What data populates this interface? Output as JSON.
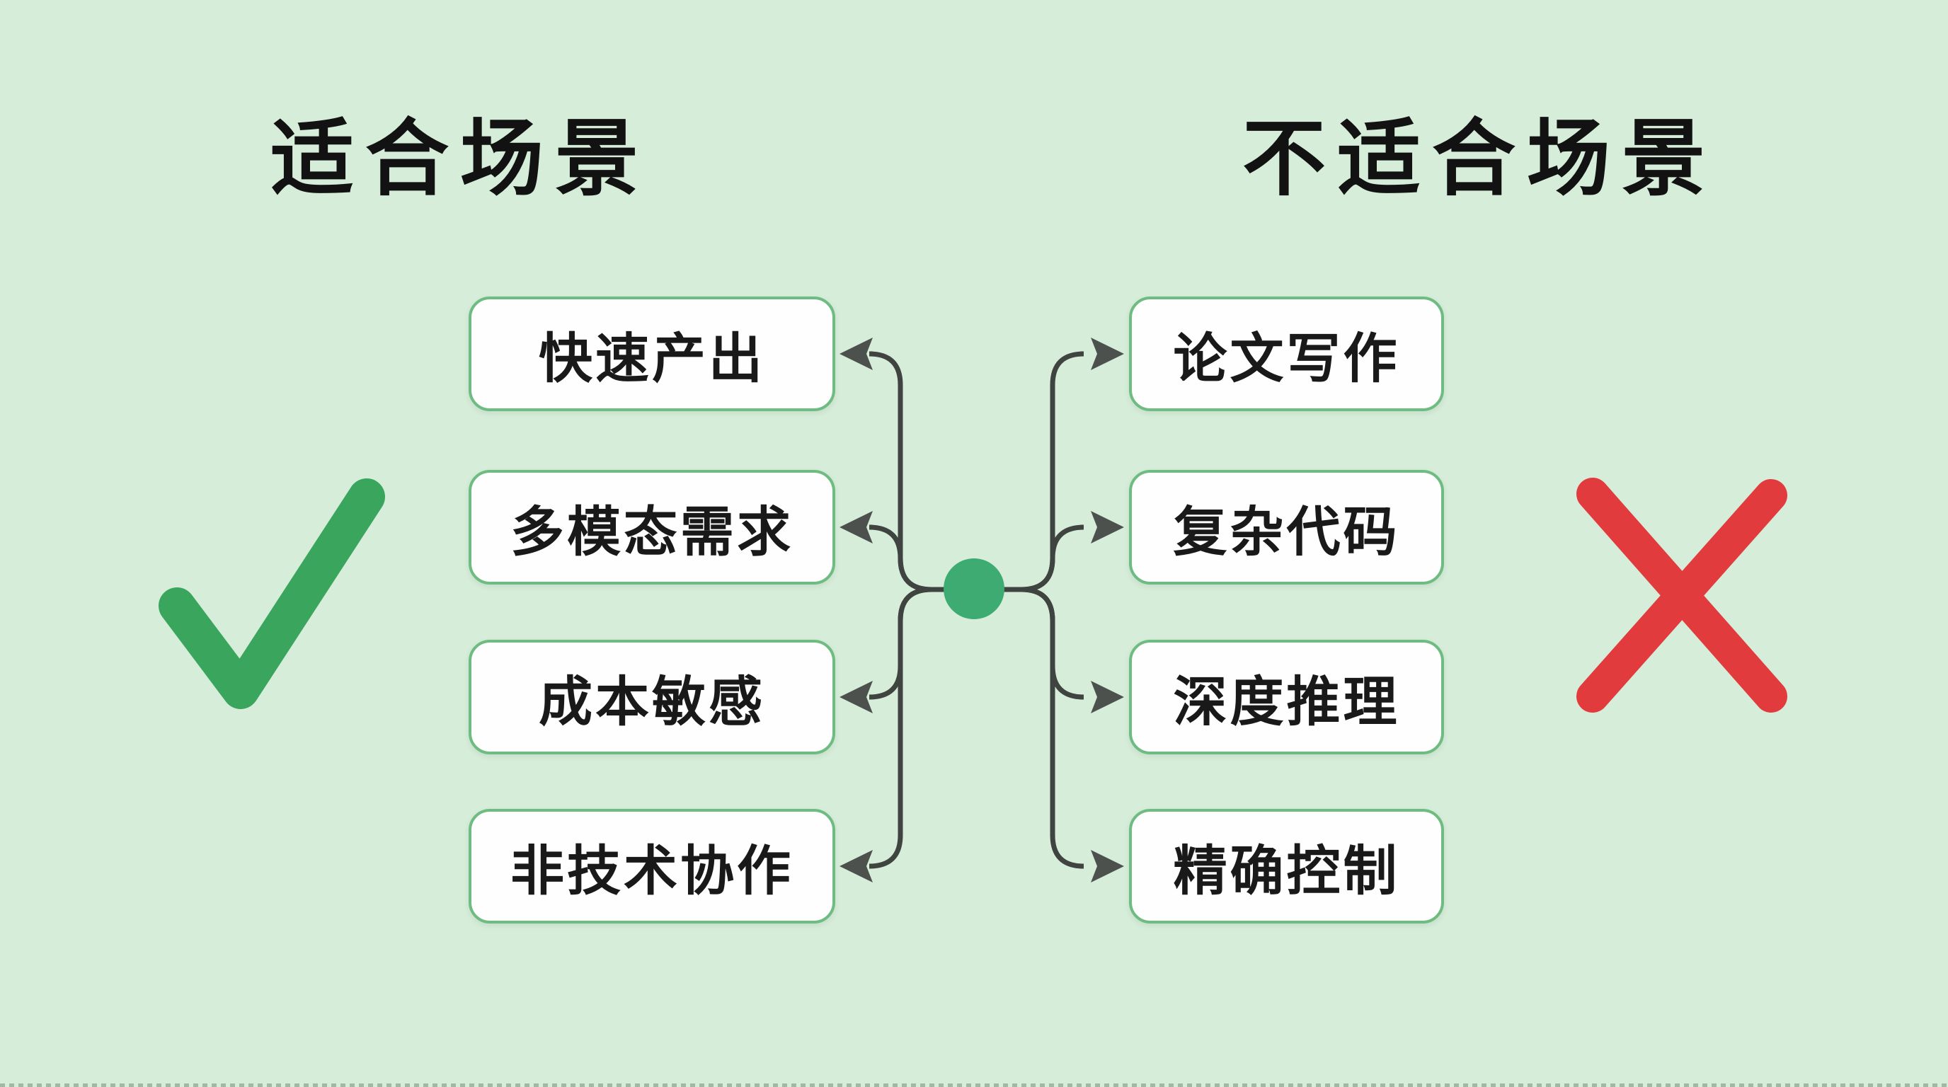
{
  "diagram": {
    "left": {
      "title": "适合场景",
      "items": [
        "快速产出",
        "多模态需求",
        "成本敏感",
        "非技术协作"
      ]
    },
    "right": {
      "title": "不适合场景",
      "items": [
        "论文写作",
        "复杂代码",
        "深度推理",
        "精确控制"
      ]
    },
    "icons": {
      "check": "check-mark-icon",
      "cross": "x-mark-icon",
      "node": "center-node-dot"
    },
    "colors": {
      "bg": "#d6edd9",
      "box-fill": "#fdfefd",
      "box-border": "#6ebc82",
      "box-text": "#191919",
      "title-text": "#121212",
      "connector": "#3f4440",
      "connector-arrow": "#4c514d",
      "node-green": "#3dab72",
      "check-green": "#3aa55c",
      "cross-red": "#e23b3e"
    }
  }
}
